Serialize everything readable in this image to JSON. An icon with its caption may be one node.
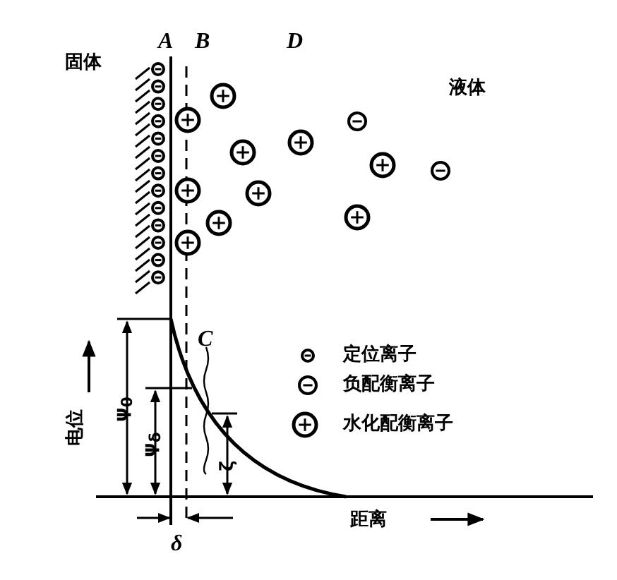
{
  "diagram": {
    "labels": [
      "A",
      "B",
      "D",
      "固体",
      "液体",
      "C",
      "电位",
      "ψ$_{0}$",
      "ψ$_{δ}$",
      "ζ",
      "δ",
      "距离"
    ],
    "legend": [
      {
        "text": "定位离子"
      },
      {
        "text": "负配衡离子"
      },
      {
        "text": "水化配衡离子"
      }
    ]
  }
}
